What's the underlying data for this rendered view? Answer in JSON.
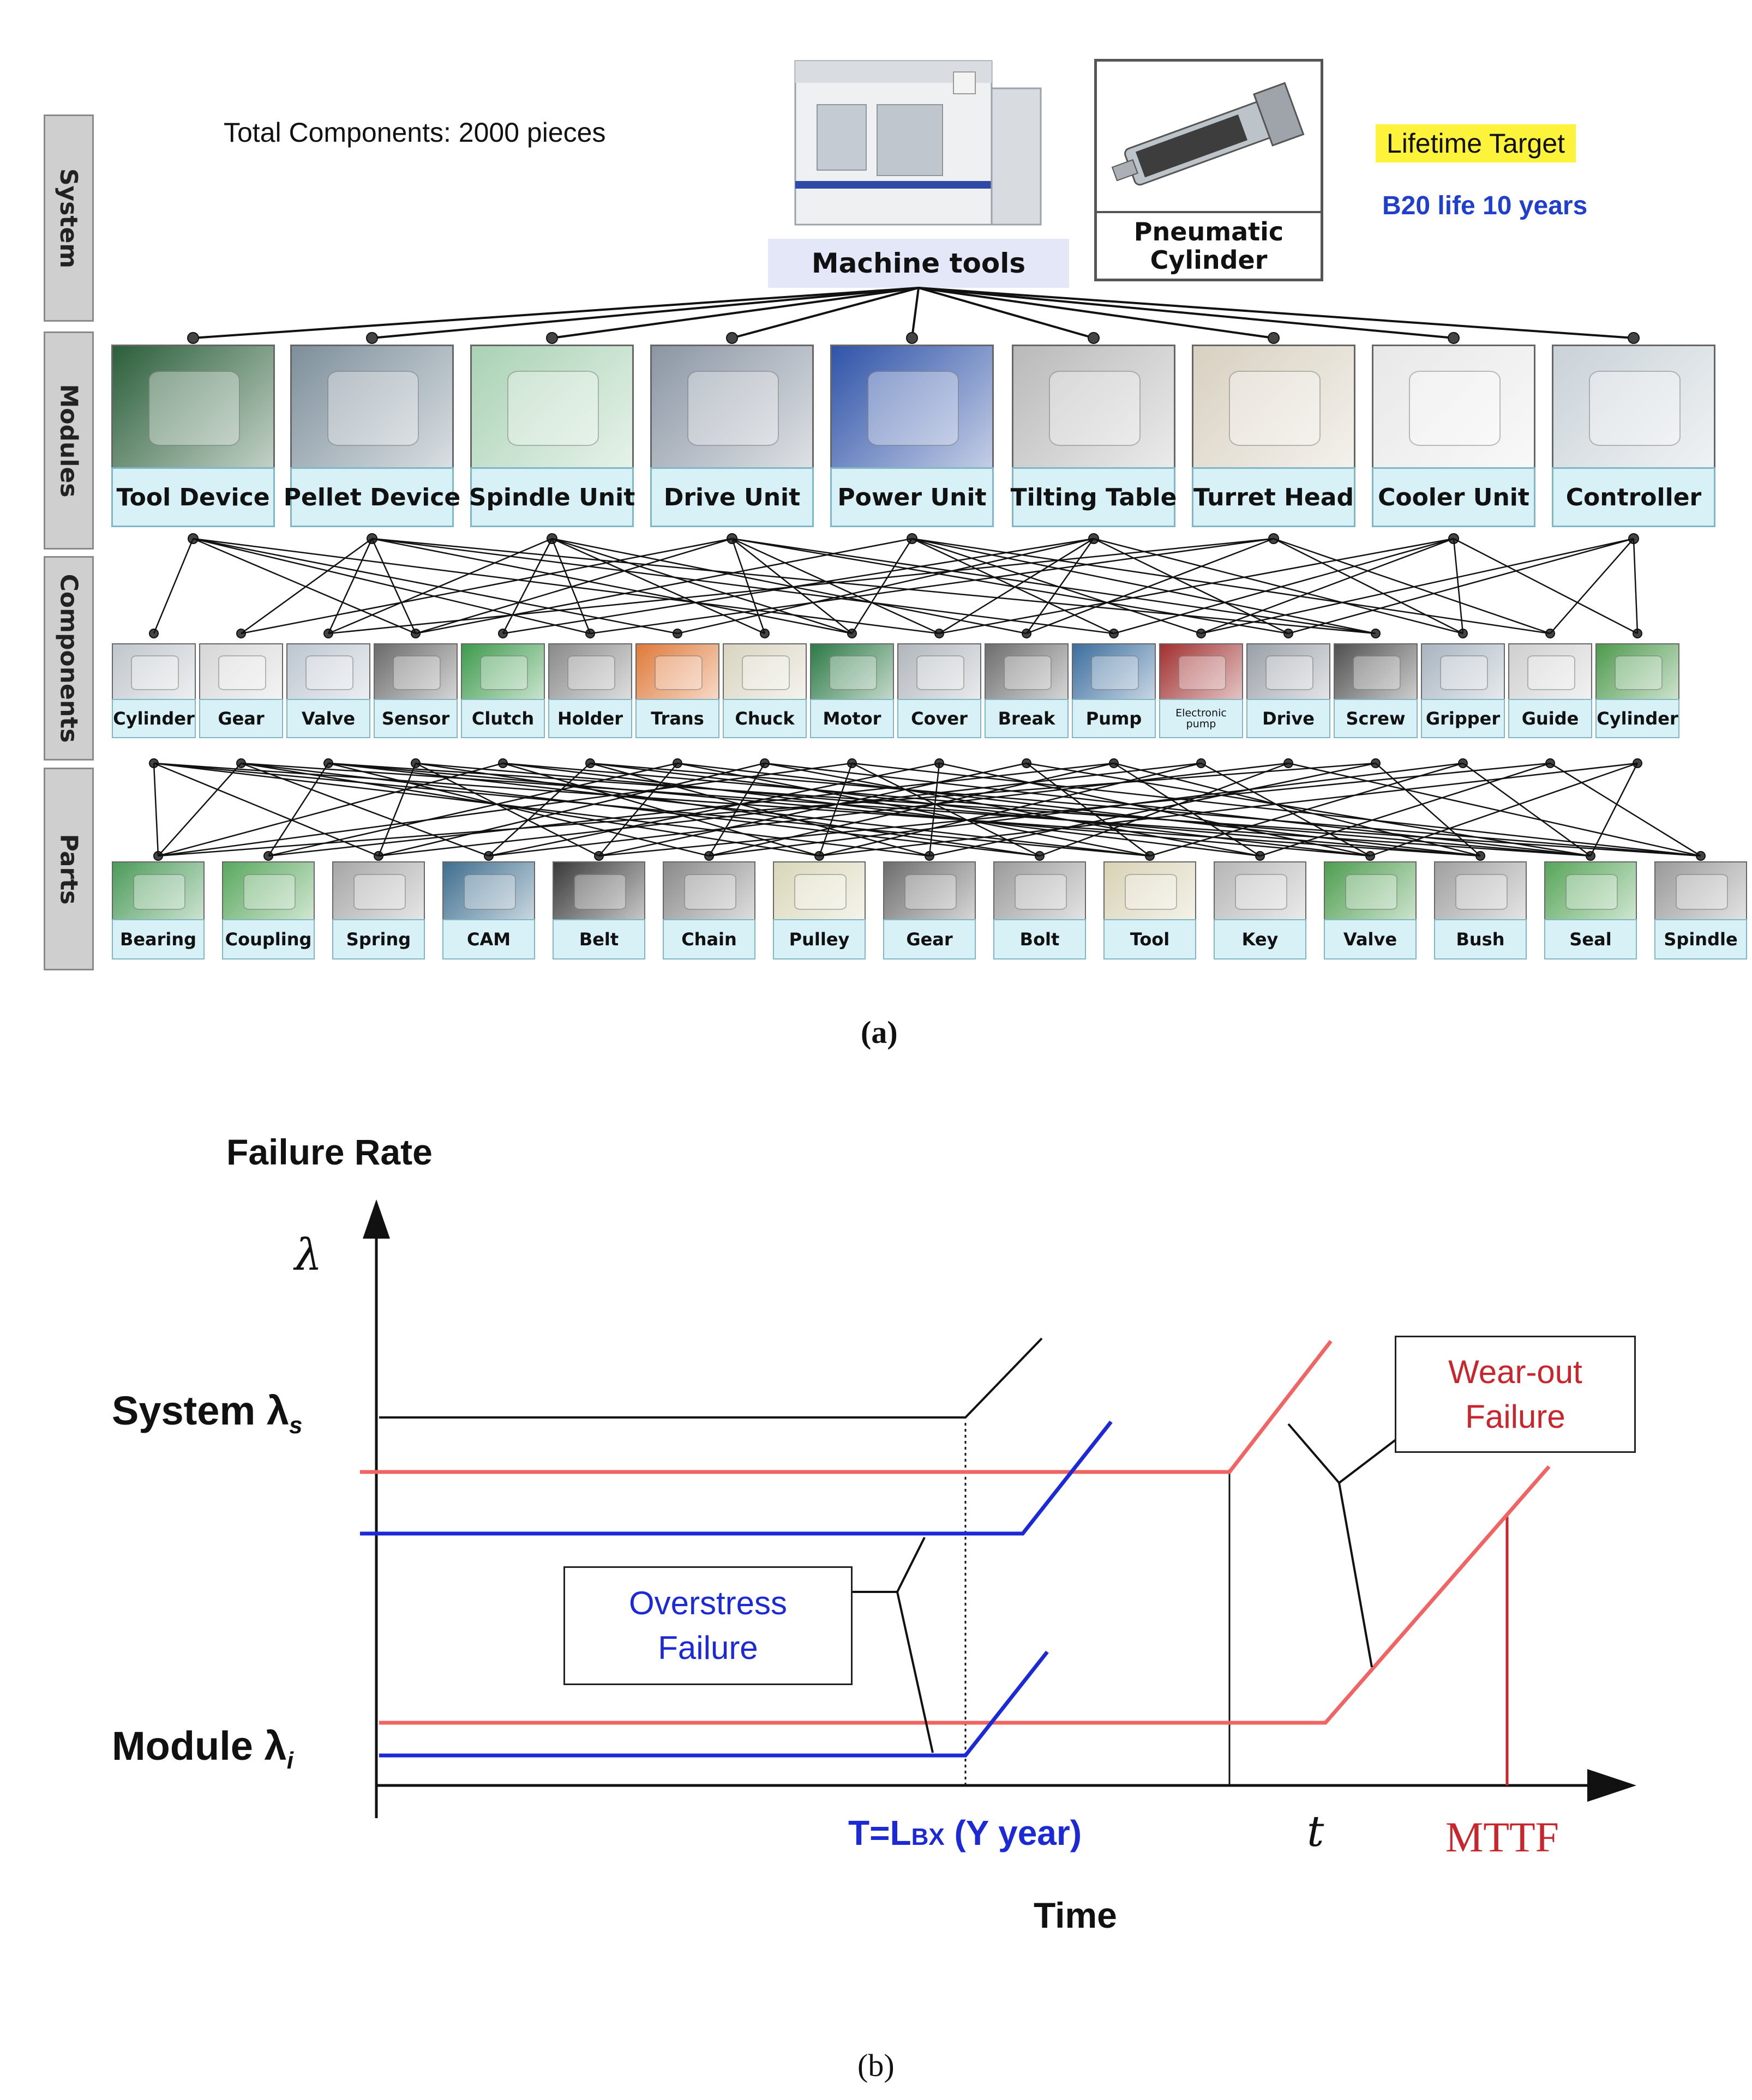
{
  "panel_a": {
    "tiers": [
      "System",
      "Modules",
      "Components",
      "Parts"
    ],
    "total_components": "Total Components:  2000 pieces",
    "machine_label": "Machine tools",
    "cylinder_label_line1": "Pneumatic",
    "cylinder_label_line2": "Cylinder",
    "lifetime_target": "Lifetime Target",
    "b20_life": "B20 life 10 years",
    "modules": [
      {
        "label": "Tool Device",
        "color": "#2b5f3a"
      },
      {
        "label": "Pellet Device",
        "color": "#7d8f9b"
      },
      {
        "label": "Spindle Unit",
        "color": "#a9d2b4"
      },
      {
        "label": "Drive Unit",
        "color": "#8b96a4"
      },
      {
        "label": "Power Unit",
        "color": "#2f53a8"
      },
      {
        "label": "Tilting Table",
        "color": "#b9b9b9"
      },
      {
        "label": "Turret Head",
        "color": "#d8d0c0"
      },
      {
        "label": "Cooler Unit",
        "color": "#e8e8e8"
      },
      {
        "label": "Controller",
        "color": "#c9d2d8"
      }
    ],
    "components": [
      {
        "label": "Cylinder",
        "color": "#c0c6cc"
      },
      {
        "label": "Gear",
        "color": "#d6d6d6"
      },
      {
        "label": "Valve",
        "color": "#bcc6d0"
      },
      {
        "label": "Sensor",
        "color": "#6b6b6b"
      },
      {
        "label": "Clutch",
        "color": "#3f9b4e"
      },
      {
        "label": "Holder",
        "color": "#8a8a8a"
      },
      {
        "label": "Trans",
        "color": "#e07a3a"
      },
      {
        "label": "Chuck",
        "color": "#d8d4c0"
      },
      {
        "label": "Motor",
        "color": "#2d7a46"
      },
      {
        "label": "Cover",
        "color": "#b0b6bc"
      },
      {
        "label": "Break",
        "color": "#6e6e6e"
      },
      {
        "label": "Pump",
        "color": "#3c6e9e"
      },
      {
        "label": "Electronic pump",
        "color": "#a23030"
      },
      {
        "label": "Drive",
        "color": "#9aa0a8"
      },
      {
        "label": "Screw",
        "color": "#505050"
      },
      {
        "label": "Gripper",
        "color": "#a8b4c0"
      },
      {
        "label": "Guide",
        "color": "#cfcfcf"
      },
      {
        "label": "Cylinder",
        "color": "#4e9a4e"
      }
    ],
    "parts": [
      {
        "label": "Bearing",
        "color": "#4c9b5a"
      },
      {
        "label": "Coupling",
        "color": "#5aa85e"
      },
      {
        "label": "Spring",
        "color": "#a6a6a6"
      },
      {
        "label": "CAM",
        "color": "#3f6f8f"
      },
      {
        "label": "Belt",
        "color": "#3a3a3a"
      },
      {
        "label": "Chain",
        "color": "#8a8a8a"
      },
      {
        "label": "Pulley",
        "color": "#d9d7b8"
      },
      {
        "label": "Gear",
        "color": "#6e6e6e"
      },
      {
        "label": "Bolt",
        "color": "#9b9b9b"
      },
      {
        "label": "Tool",
        "color": "#d8d2b4"
      },
      {
        "label": "Key",
        "color": "#b6b6b6"
      },
      {
        "label": "Valve",
        "color": "#4f9e50"
      },
      {
        "label": "Bush",
        "color": "#a0a0a0"
      },
      {
        "label": "Seal",
        "color": "#58a65a"
      },
      {
        "label": "Spindle",
        "color": "#9a9a9a"
      }
    ],
    "caption": "(a)"
  },
  "panel_b": {
    "y_title": "Failure Rate",
    "y_symbol": "λ",
    "system_label": "System λ",
    "system_sub": "s",
    "module_label": "Module λ",
    "module_sub": "i",
    "wearout_line1": "Wear-out",
    "wearout_line2": "Failure",
    "overstress_line1": "Overstress",
    "overstress_line2": "Failure",
    "lbx_prefix": "T=L",
    "lbx_sub": "BX",
    "lbx_suffix": " (Y year)",
    "t_symbol": "t",
    "mttf": "MTTF",
    "x_title": "Time",
    "caption": "(b)",
    "colors": {
      "wearout": "#f06464",
      "overstress": "#1b2ad6",
      "system": "#111111",
      "mttf": "#c8262c"
    }
  }
}
